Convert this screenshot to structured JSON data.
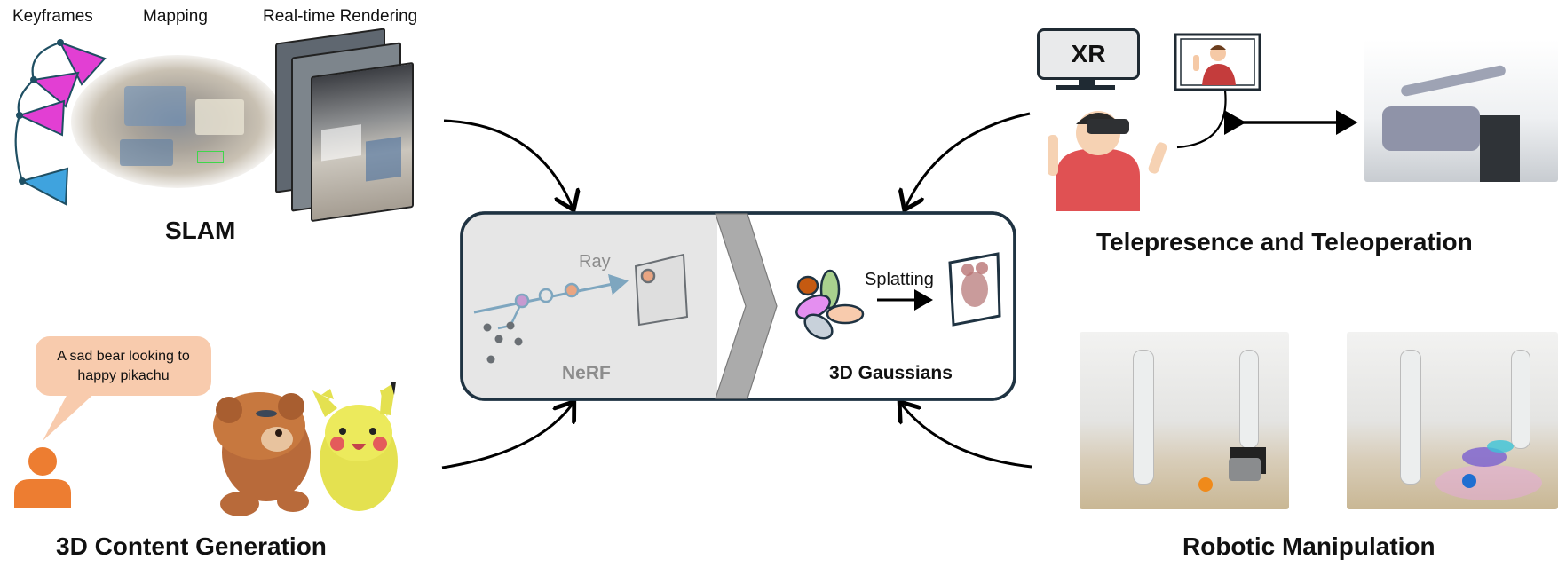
{
  "slam": {
    "label_keyframes": "Keyframes",
    "label_mapping": "Mapping",
    "label_rendering": "Real-time Rendering",
    "title": "SLAM"
  },
  "content_generation": {
    "prompt": "A sad bear looking to happy pikachu",
    "title": "3D Content Generation"
  },
  "center": {
    "ray_label": "Ray",
    "nerf_label": "NeRF",
    "splatting_label": "Splatting",
    "gaussians_label": "3D Gaussians"
  },
  "telepresence": {
    "xr_label": "XR",
    "title": "Telepresence and Teleoperation"
  },
  "manipulation": {
    "title": "Robotic Manipulation"
  },
  "colors": {
    "keyframe_magenta": "#e23fd3",
    "keyframe_blue": "#3fa3de",
    "nerf_panel": "#e6e6e6",
    "panel_border": "#1f3342",
    "chevron": "#ababab",
    "person_orange": "#ed7d31",
    "bubble": "#f8cbad",
    "ray_blue": "#7ea6bf"
  }
}
